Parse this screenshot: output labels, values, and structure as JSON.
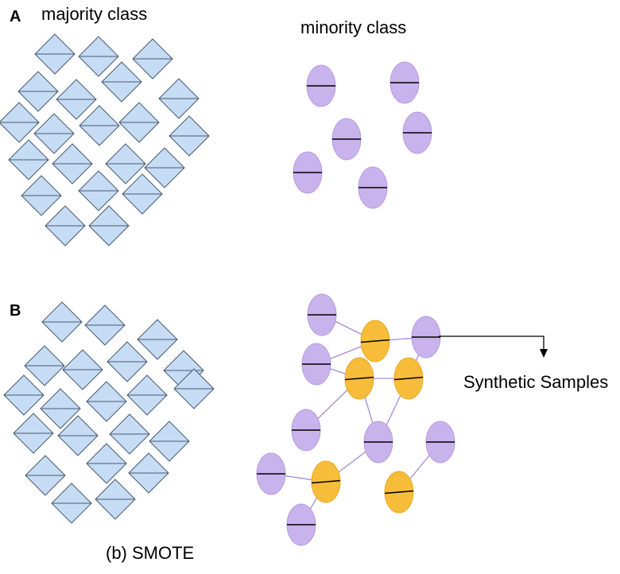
{
  "panels": {
    "a": {
      "letter": "A",
      "majority_label": "majority class",
      "minority_label": "minority class"
    },
    "b": {
      "letter": "B",
      "synthetic_label": "Synthetic Samples",
      "caption": "(b) SMOTE"
    }
  },
  "colors": {
    "diamond_fill": "#c5dcf4",
    "diamond_stroke": "#4a5a70",
    "minority_fill": "#c9b3ec",
    "minority_stroke": "#b59be0",
    "synthetic_fill": "#f7bd3a",
    "synthetic_stroke": "#e8a820",
    "link": "#a58ad6",
    "mark": "#000000"
  },
  "icons": {
    "majority": "diamond-sample-icon",
    "minority": "ellipse-sample-icon",
    "synthetic": "ellipse-synthetic-icon",
    "pointer": "arrow-down-icon"
  }
}
